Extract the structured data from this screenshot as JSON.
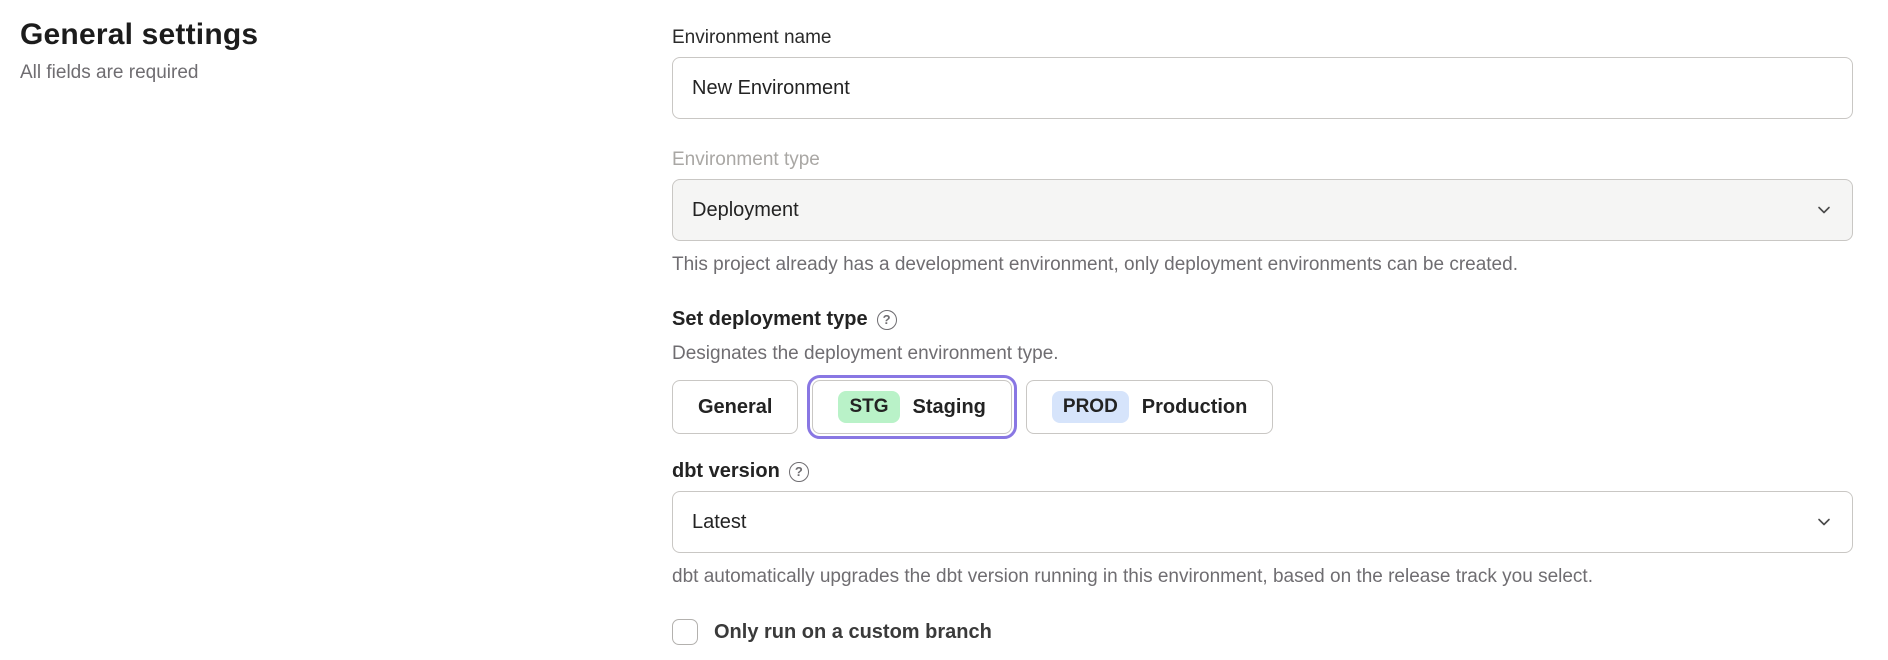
{
  "page": {
    "title": "General settings",
    "subtitle": "All fields are required"
  },
  "form": {
    "environment_name": {
      "label": "Environment name",
      "value": "New Environment"
    },
    "environment_type": {
      "label": "Environment type",
      "value": "Deployment",
      "disabled": true,
      "help_text": "This project already has a development environment, only deployment environments can be created."
    },
    "deployment_type": {
      "label": "Set deployment type",
      "help_icon": "question-circle-icon",
      "description": "Designates the deployment environment type.",
      "options": [
        {
          "label": "General",
          "badge": "",
          "selected": false
        },
        {
          "label": "Staging",
          "badge": "STG",
          "badge_color": "#b9f2c8",
          "selected": true
        },
        {
          "label": "Production",
          "badge": "PROD",
          "badge_color": "#d6e4fb",
          "selected": false
        }
      ]
    },
    "dbt_version": {
      "label": "dbt version",
      "help_icon": "question-circle-icon",
      "value": "Latest",
      "help_text": "dbt automatically upgrades the dbt version running in this environment, based on the release track you select."
    },
    "custom_branch": {
      "label": "Only run on a custom branch",
      "checked": false
    }
  },
  "colors": {
    "accent_purple": "#8977e3",
    "stg_badge_bg": "#b9f2c8",
    "prod_badge_bg": "#d6e4fb",
    "border_gray": "#c9c7c4",
    "disabled_bg": "#f5f5f4",
    "text_dark": "#232323",
    "text_muted": "#6f6d71",
    "text_disabled": "#a9a7a4"
  }
}
